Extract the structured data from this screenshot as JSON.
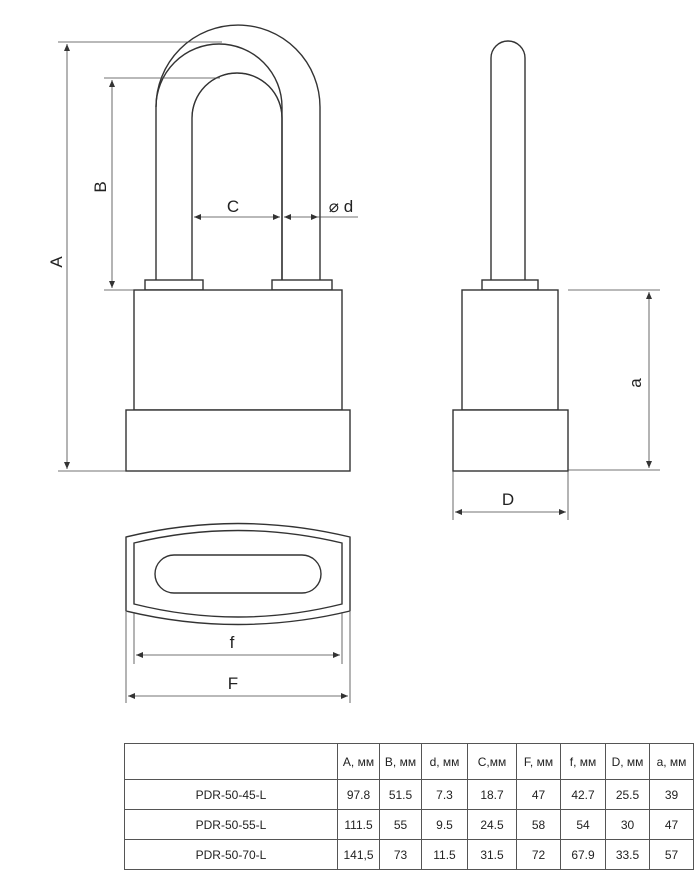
{
  "labels": {
    "A": "A",
    "B": "B",
    "C": "C",
    "d": "⌀ d",
    "a": "a",
    "D": "D",
    "f": "f",
    "F": "F"
  },
  "table": {
    "headers": [
      "",
      "A, мм",
      "B, мм",
      "d, мм",
      "C,мм",
      "F, мм",
      "f, мм",
      "D, мм",
      "a, мм"
    ],
    "rows": [
      [
        "PDR-50-45-L",
        "97.8",
        "51.5",
        "7.3",
        "18.7",
        "47",
        "42.7",
        "25.5",
        "39"
      ],
      [
        "PDR-50-55-L",
        "111.5",
        "55",
        "9.5",
        "24.5",
        "58",
        "54",
        "30",
        "47"
      ],
      [
        "PDR-50-70-L",
        "141,5",
        "73",
        "11.5",
        "31.5",
        "72",
        "67.9",
        "33.5",
        "57"
      ]
    ]
  }
}
